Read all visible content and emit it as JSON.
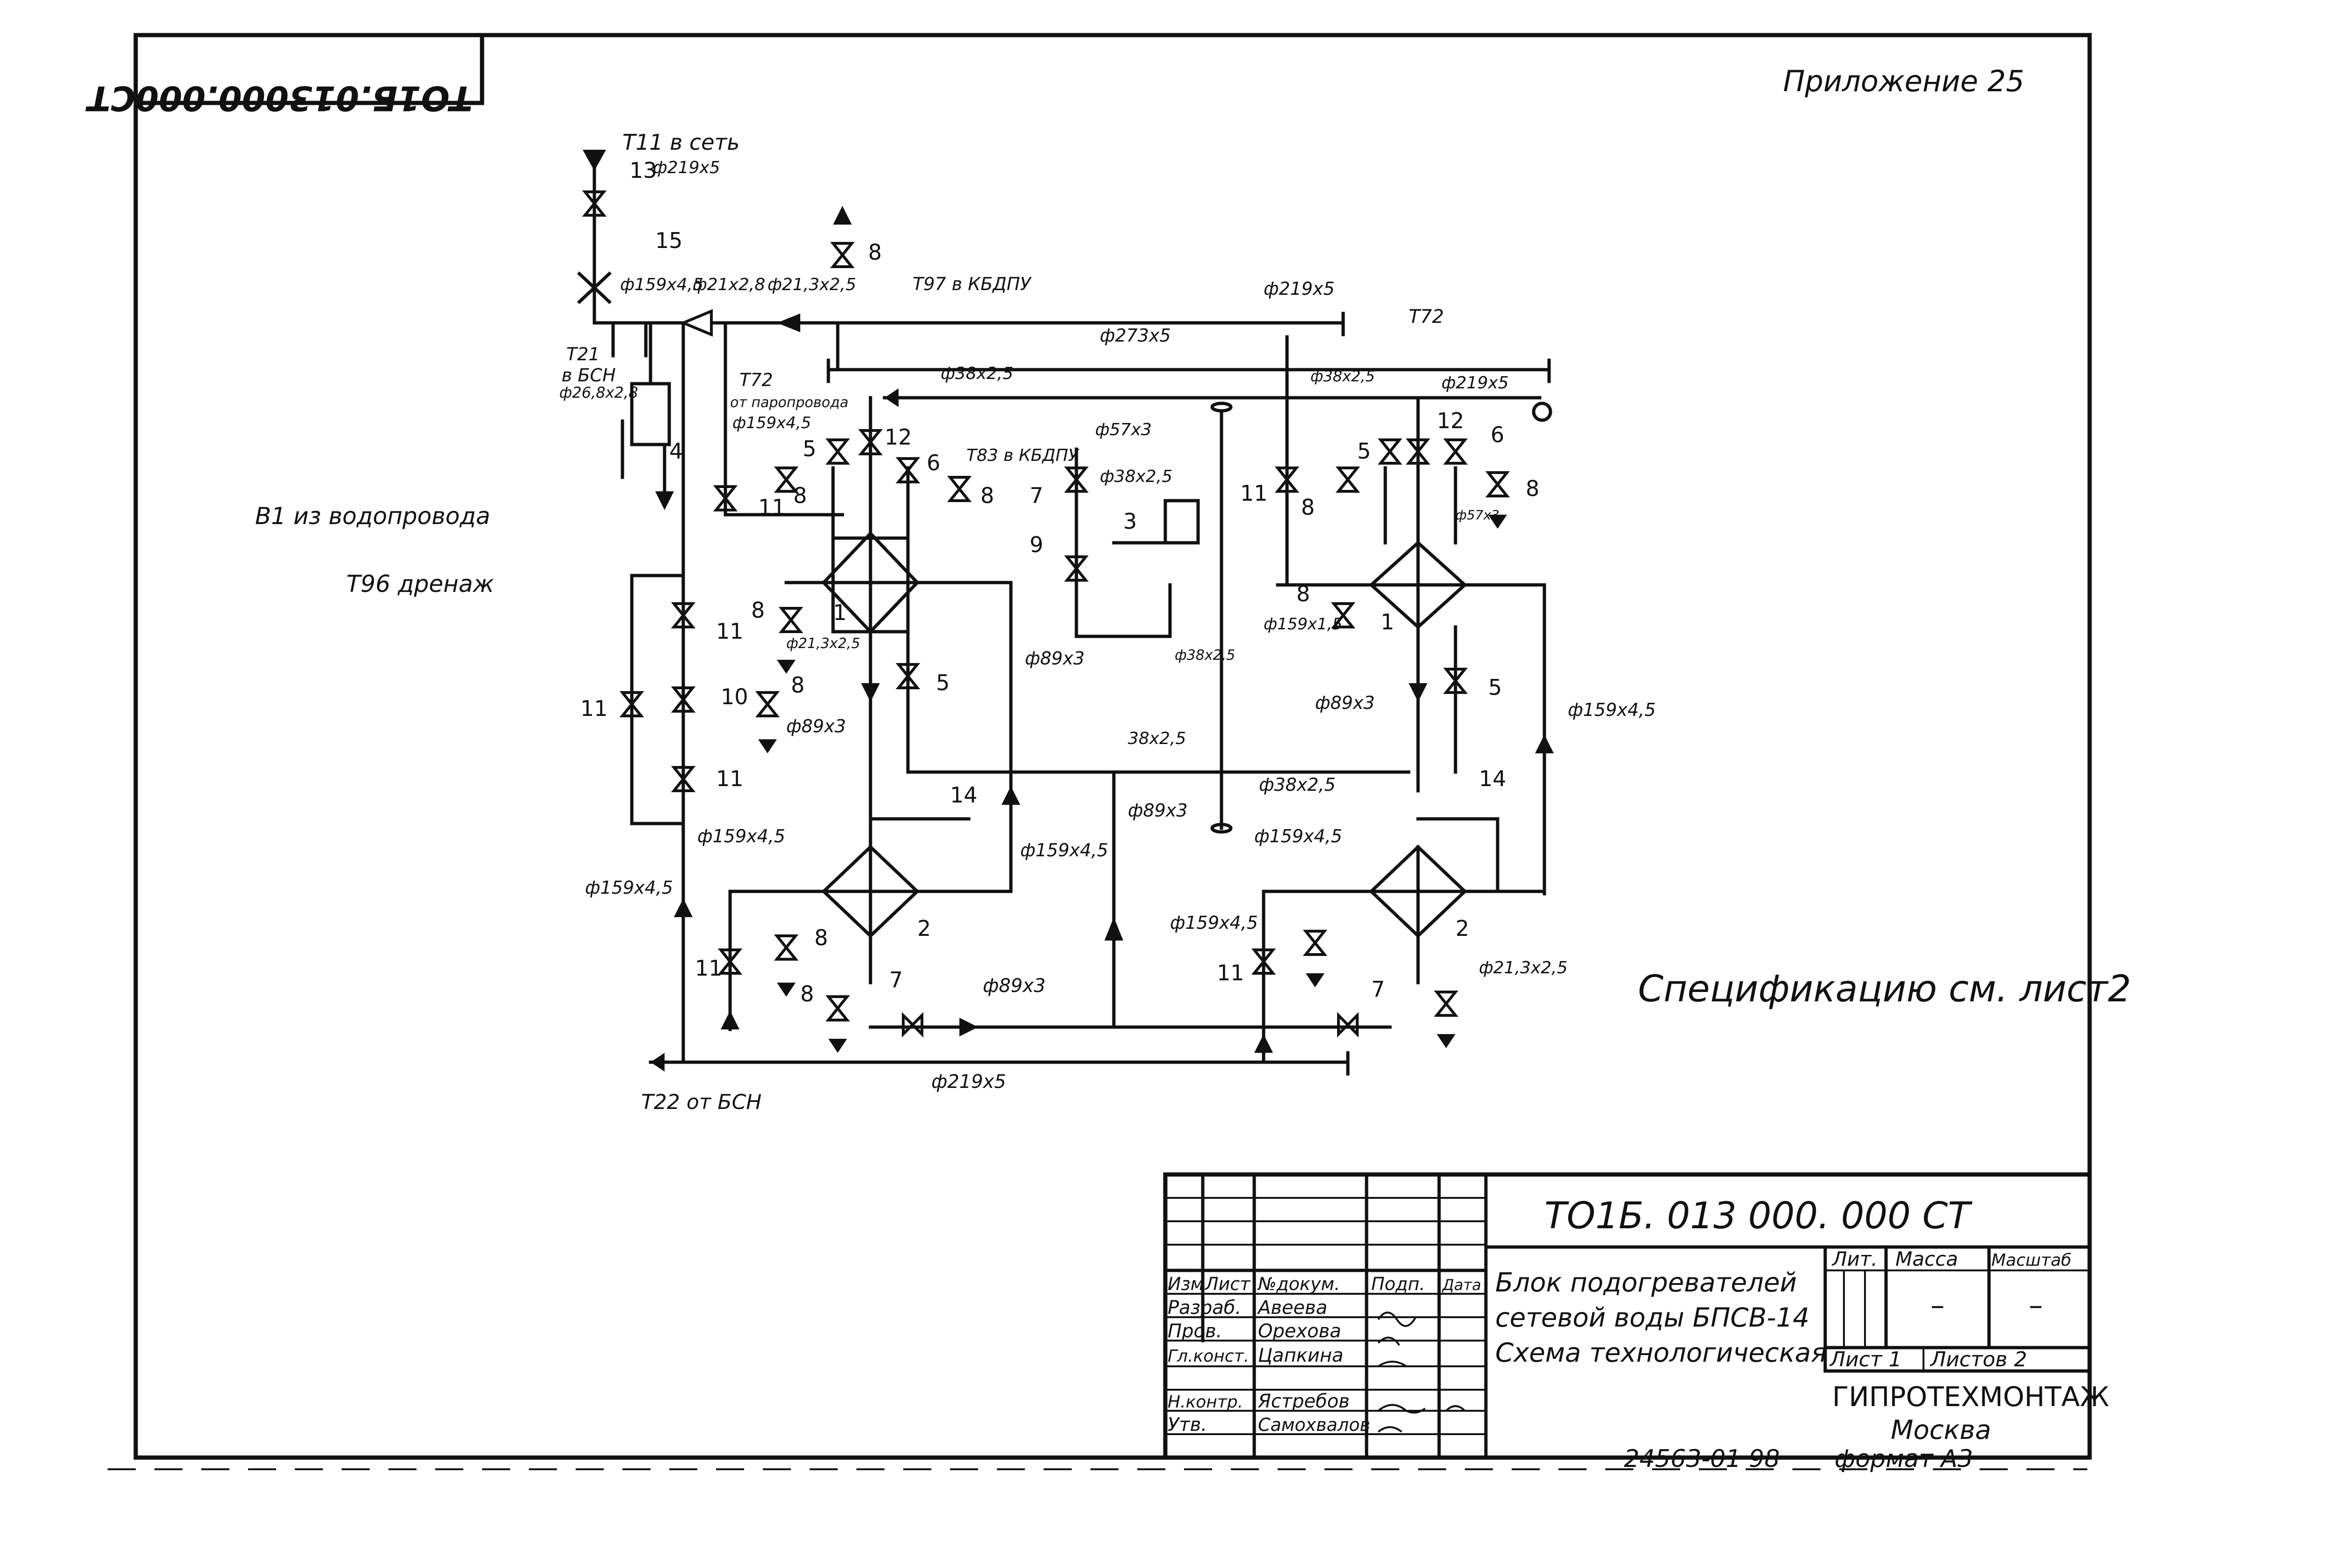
{
  "sheet": {
    "appendix": "Приложение 25",
    "stamp_code_mirrored": "ТО1Б.013000.000СТ",
    "spec_note": "Спецификацию см. лист2",
    "bottom_code": "24563-01 98",
    "format": "формат А3"
  },
  "title_block": {
    "doc_code": "ТО1Б. 013 000. 000 СТ",
    "title_lines": [
      "Блок подогревателей",
      "сетевой воды БПСВ-14",
      "Схема технологическая"
    ],
    "col_headers": [
      "Изм",
      "Лист",
      "№докум.",
      "Подп.",
      "Дата"
    ],
    "roles": [
      "Разраб.",
      "Пров.",
      "Гл.конст.",
      "",
      "Н.контр.",
      "Утв."
    ],
    "names": [
      "Авеева",
      "Орехова",
      "Цапкина",
      "",
      "Ястребов",
      "Самохвалов"
    ],
    "lit_label": "Лит.",
    "mass_label": "Масса",
    "scale_label": "Масштаб",
    "mass_value": "–",
    "scale_value": "–",
    "sheet_label": "Лист 1",
    "sheets_label": "Листов 2",
    "org_name": "ГИПРОТЕХМОНТАЖ",
    "org_city": "Москва"
  },
  "diagram": {
    "labels": {
      "t11": "Т11 в сеть",
      "d219_top": "ф219х5",
      "t21": "Т21",
      "v_bsn": "в БСН",
      "d26": "ф26,8х2,8",
      "b1": "В1 из водопровода",
      "t96": "Т96 дренаж",
      "d159_top": "ф159х4,5",
      "d21_a": "ф21х2,8",
      "d21_b": "ф21,3х2,5",
      "t97": "Т97 в КБДПУ",
      "d219_right": "ф219х5",
      "d273": "ф273х5",
      "t72_right": "Т72",
      "d38_top": "ф38х2,5",
      "d38_b": "ф38х2,5",
      "d219_r2": "ф219х5",
      "t72_left": "Т72",
      "ot_paroprovoda": "от паропровода",
      "d159_l2": "ф159х4,5",
      "t83": "Т83 в КБДПУ",
      "d57": "ф57х3",
      "d38_c": "ф38х2,5",
      "d57_r": "ф57х3",
      "d159_1_5": "ф159х1,5",
      "d38_25": "ф38х2,5",
      "d21_l": "ф21,3х2,5",
      "d89_a": "ф89х3",
      "d89_b": "ф89х3",
      "d89_c": "ф89х3",
      "d159_r": "ф159х4,5",
      "d38_mid": "38х2,5",
      "d38_mid2": "ф38х2,5",
      "d89_d": "ф89х3",
      "d159_a": "ф159х4,5",
      "d159_b": "ф159х4,5",
      "d159_c": "ф159х4,5",
      "d159_d": "ф159х4,5",
      "d159_e": "ф159х4,5",
      "d89_bottom": "ф89х3",
      "d21_r": "ф21,3х2,5",
      "d219_bottom": "ф219х5",
      "t22": "Т22 от БСН"
    },
    "positions": [
      "1",
      "1",
      "2",
      "2",
      "3",
      "4",
      "5",
      "5",
      "5",
      "5",
      "6",
      "6",
      "7",
      "7",
      "7",
      "8",
      "8",
      "8",
      "8",
      "8",
      "8",
      "8",
      "8",
      "8",
      "8",
      "9",
      "10",
      "11",
      "11",
      "11",
      "11",
      "11",
      "11",
      "11",
      "12",
      "12",
      "13",
      "14",
      "14",
      "15"
    ]
  }
}
